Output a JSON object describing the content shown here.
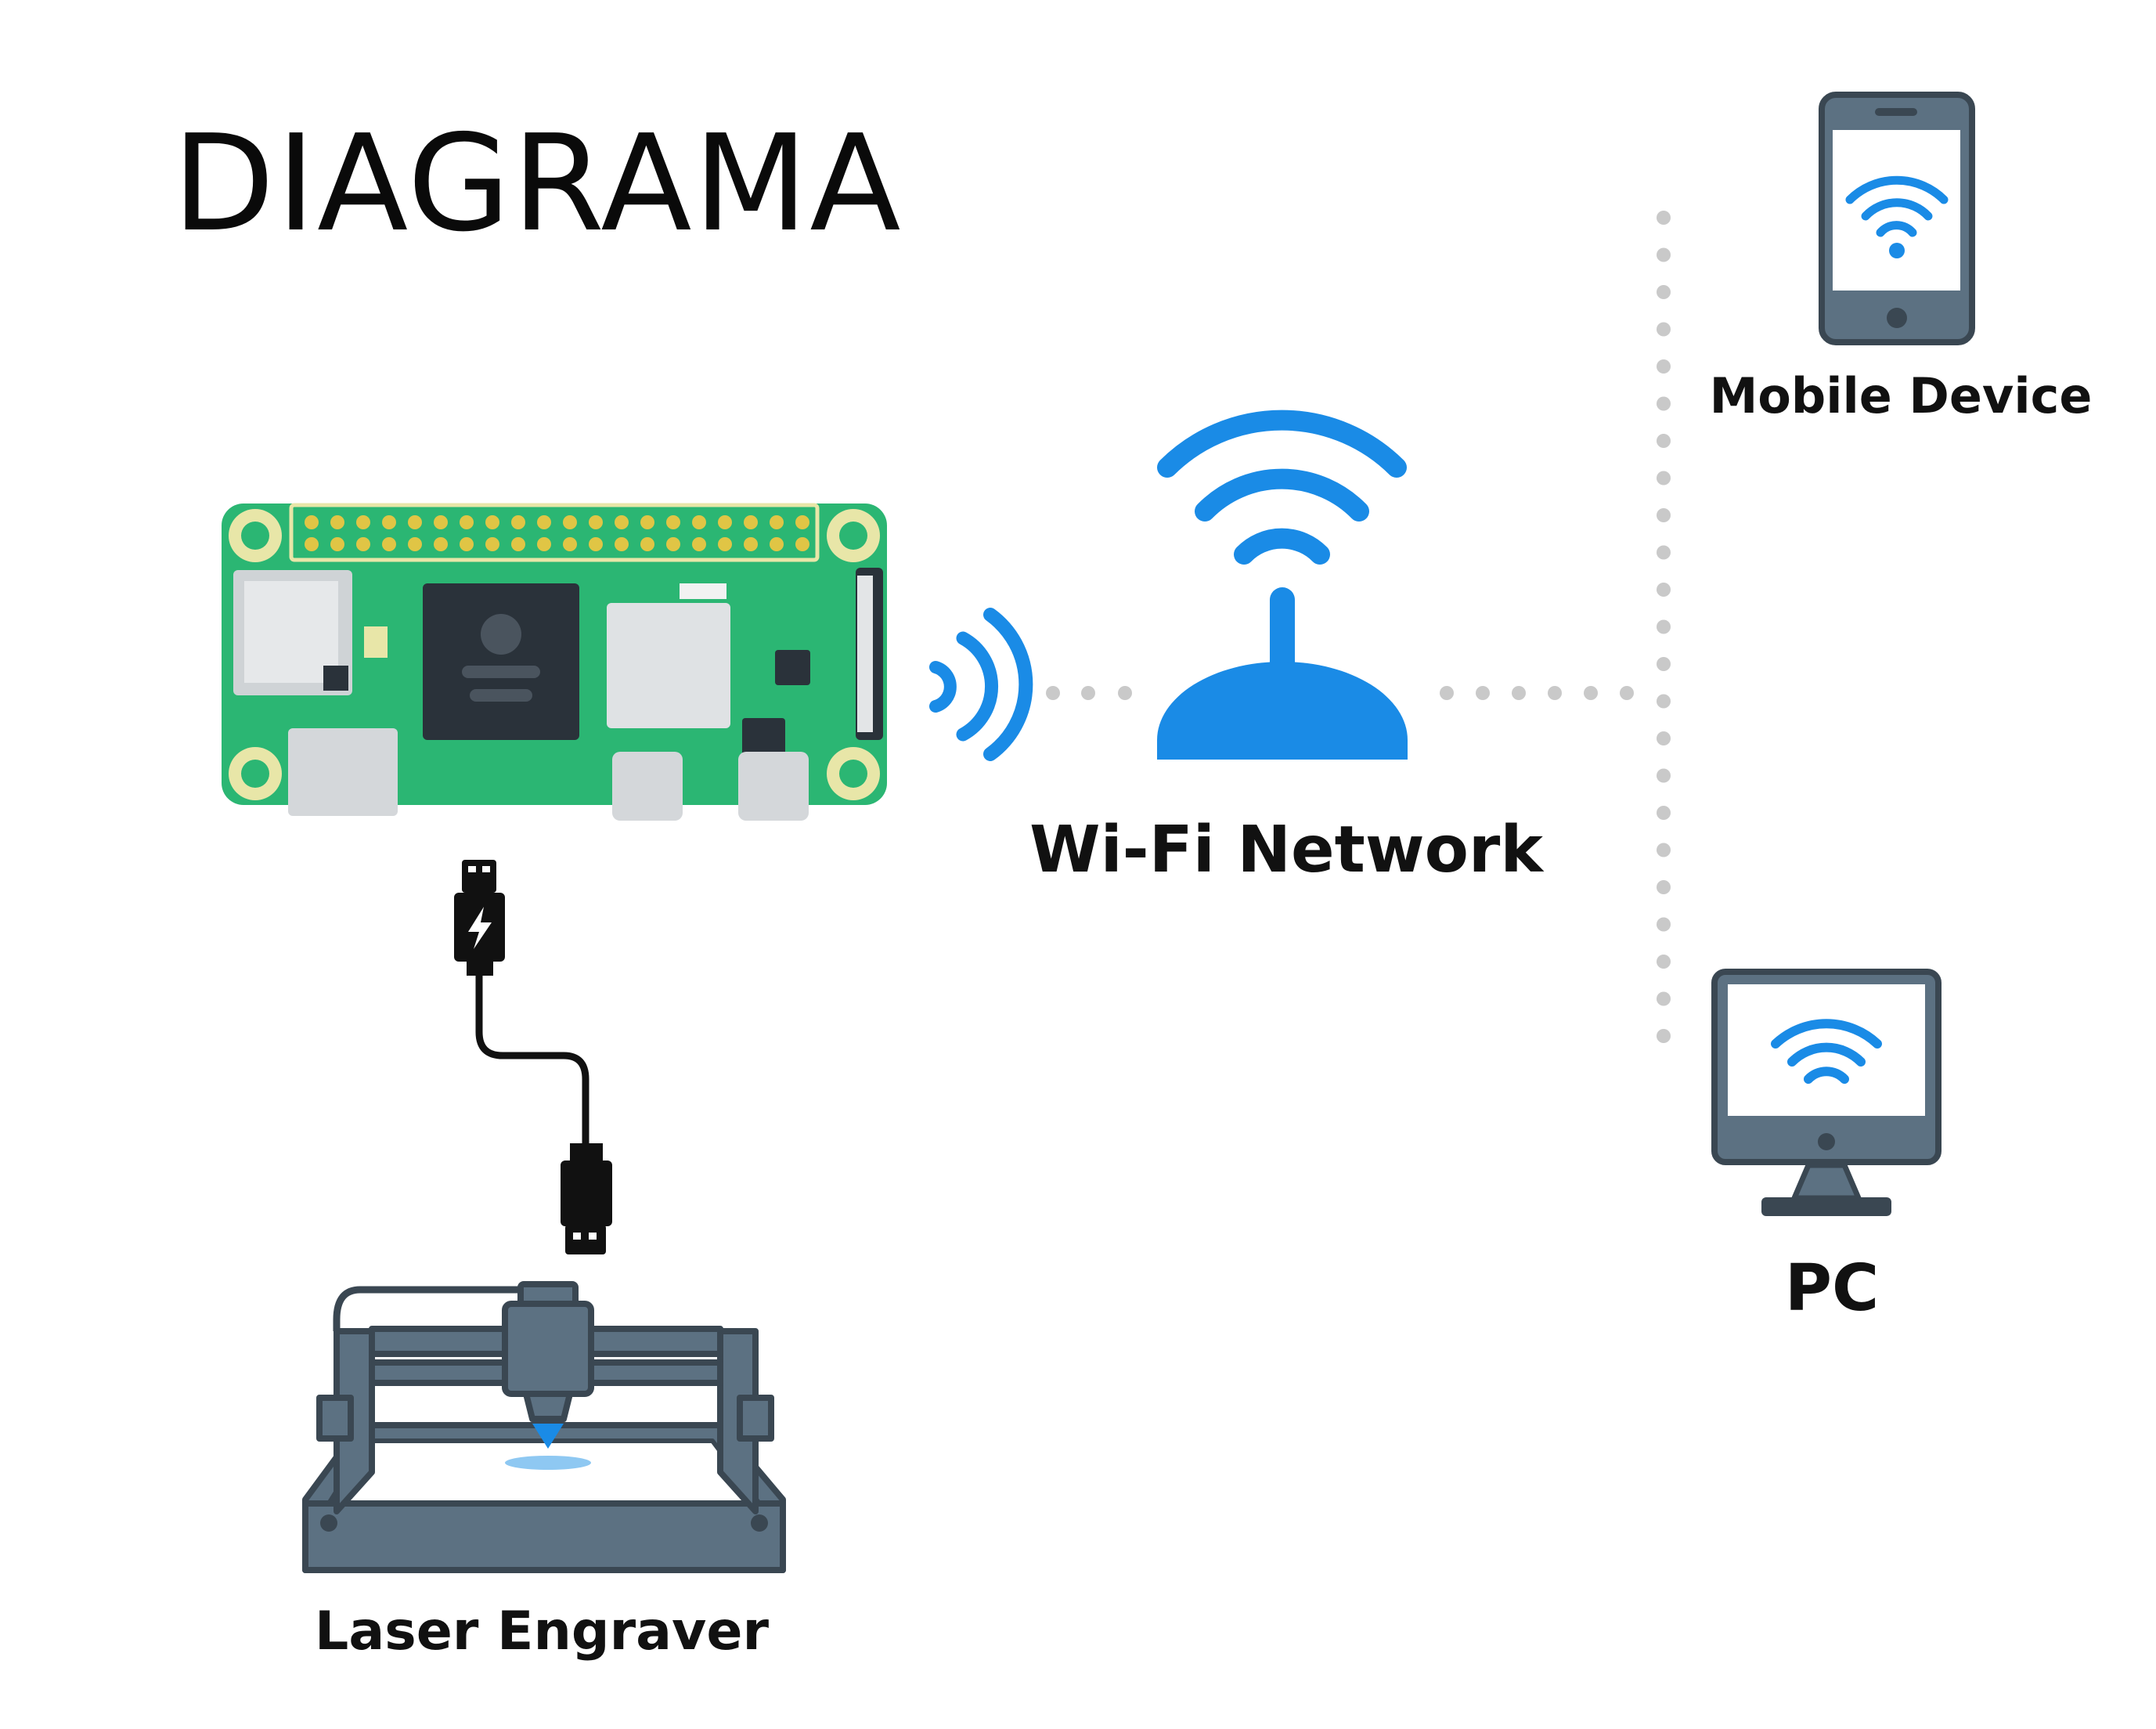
{
  "title": "DIAGRAMA",
  "nodes": {
    "wifi_network": {
      "label": "Wi-Fi Network"
    },
    "mobile_device": {
      "label": "Mobile Device"
    },
    "pc": {
      "label": "PC"
    },
    "laser_engraver": {
      "label": "Laser Engraver"
    }
  },
  "icons": [
    "raspberry-pi-zero-board-icon",
    "wireless-signal-icon",
    "wifi-router-icon",
    "mobile-phone-icon",
    "monitor-icon",
    "usb-cable-icon",
    "laser-engraver-icon"
  ],
  "colors": {
    "wifi_blue": "#1a8be6",
    "board_green": "#2bb673",
    "dark_slate": "#3a4752",
    "steel": "#5c7182",
    "dots_gray": "#c9c9c9",
    "text": "#111111"
  }
}
